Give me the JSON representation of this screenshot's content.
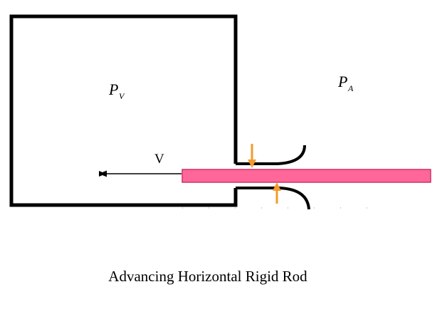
{
  "diagram": {
    "labels": {
      "vessel_pressure_main": "P",
      "vessel_pressure_sub": "V",
      "ambient_pressure_main": "P",
      "ambient_pressure_sub": "A",
      "velocity": "V"
    },
    "caption": "Advancing Horizontal Rigid Rod"
  },
  "colors": {
    "outline": "#000000",
    "rod_fill": "#ff6699",
    "rod_stroke": "#cc3366",
    "force_arrow": "#f59a2c",
    "background": "#ffffff"
  }
}
